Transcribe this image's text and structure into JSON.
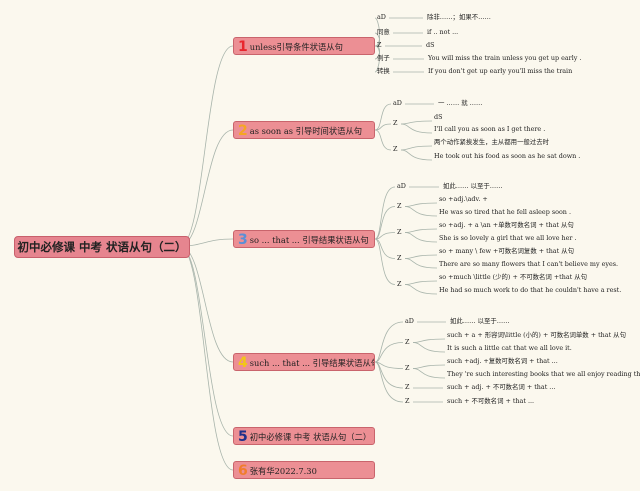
{
  "root": {
    "title": "初中必修课 中考 状语从句（二）"
  },
  "colors": {
    "line": "#a8b4ab",
    "root_fill": "#e6858f",
    "branch_fill": "#ec8f94",
    "num1": "#e8262e",
    "num2": "#f5a623",
    "num3": "#5b8fd6",
    "num4": "#f2c619",
    "num5": "#1f2f8a",
    "num6": "#f07d2d"
  },
  "branches": [
    {
      "num": "1",
      "label": "unless引导条件状语从句",
      "items": [
        {
          "key": "aD",
          "value": "除非……；如果不……"
        },
        {
          "key": "同意",
          "value": "if .. not ..."
        },
        {
          "key": "Z",
          "value": "dS"
        },
        {
          "key": "例子",
          "value": "You will miss the train unless you get up early ."
        },
        {
          "key": "转换",
          "value": "If you don't get up early you'll miss the train"
        }
      ]
    },
    {
      "num": "2",
      "label": "as soon as 引导时间状语从句",
      "items": [
        {
          "key": "aD",
          "value": "一 …… 就 ……"
        },
        {
          "key": "Z",
          "lines": [
            "dS",
            "I'll call you as soon as I get there ."
          ]
        },
        {
          "key": "Z",
          "lines": [
            "两个动作紧挨发生，主从都用一般过去时",
            "He took out his food as soon as he sat down ."
          ]
        }
      ]
    },
    {
      "num": "3",
      "label": "so ... that ... 引导结果状语从句",
      "items": [
        {
          "key": "aD",
          "value": "如此…… 以至于……"
        },
        {
          "key": "Z",
          "lines": [
            "so +adj.\\adv. +",
            "He was so tired that he fell asleep soon ."
          ]
        },
        {
          "key": "Z",
          "lines": [
            "so +adj. + a \\an +单数可数名词 + that 从句",
            "She is so lovely a girl that we all love her ."
          ]
        },
        {
          "key": "Z",
          "lines": [
            "so + many \\ few +可数名词复数 + that 从句",
            "There are so many flowers that I can't believe my eyes."
          ]
        },
        {
          "key": "Z",
          "lines": [
            "so +much \\little (少的) + 不可数名词 +that 从句",
            "He had so much work to do that he couldn't have a rest."
          ]
        }
      ]
    },
    {
      "num": "4",
      "label": "such ... that ... 引导结果状语从句",
      "items": [
        {
          "key": "aD",
          "value": "如此…… 以至于……"
        },
        {
          "key": "Z",
          "lines": [
            "such + a + 形容词\\little (小的) + 可数名词单数 + that 从句",
            "It is such a little cat that we all love it."
          ]
        },
        {
          "key": "Z",
          "lines": [
            "such +adj. +复数可数名词 + that ...",
            "They 're such interesting books that we all enjoy reading them ."
          ]
        },
        {
          "key": "Z",
          "value": "such + adj. + 不可数名词 + that ..."
        },
        {
          "key": "Z",
          "value": "such + 不可数名词 + that ..."
        }
      ]
    },
    {
      "num": "5",
      "label": "初中必修课 中考 状语从句（二）",
      "items": []
    },
    {
      "num": "6",
      "label": "张有华2022.7.30",
      "items": []
    }
  ]
}
